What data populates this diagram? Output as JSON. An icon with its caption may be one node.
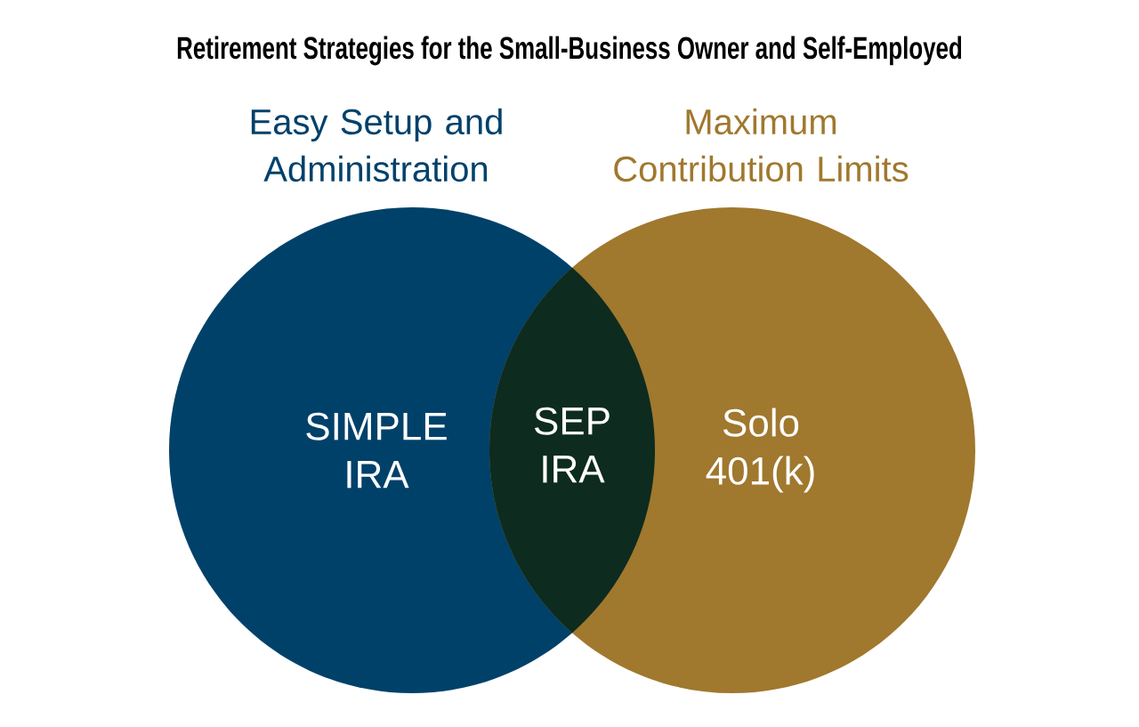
{
  "diagram": {
    "title": "Retirement Strategies for the Small-Business Owner and Self-Employed",
    "nodes": [
      {
        "text": [
          "Easy Setup and Administration",
          "SIMPLE IRA"
        ]
      },
      {
        "text": [
          "SEP IRA"
        ]
      },
      {
        "text": [
          "Maximum Contribution Limits",
          "Solo 401(k)"
        ]
      }
    ],
    "edges": []
  }
}
